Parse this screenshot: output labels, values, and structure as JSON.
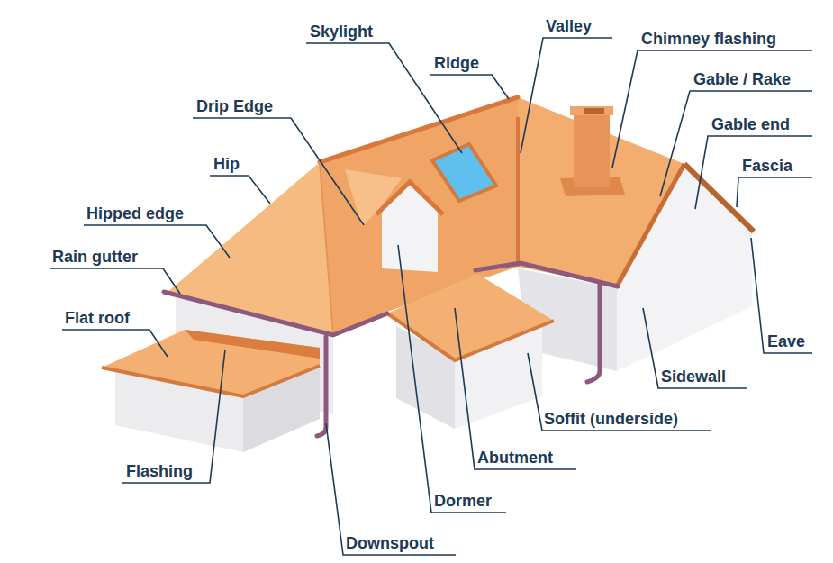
{
  "diagram": {
    "labels": [
      "Skylight",
      "Valley",
      "Chimney flashing",
      "Ridge",
      "Gable / Rake",
      "Drip Edge",
      "Gable end",
      "Hip",
      "Fascia",
      "Hipped edge",
      "Rain gutter",
      "Flat roof",
      "Eave",
      "Sidewall",
      "Soffit (underside)",
      "Abutment",
      "Flashing",
      "Dormer",
      "Downspout"
    ]
  }
}
